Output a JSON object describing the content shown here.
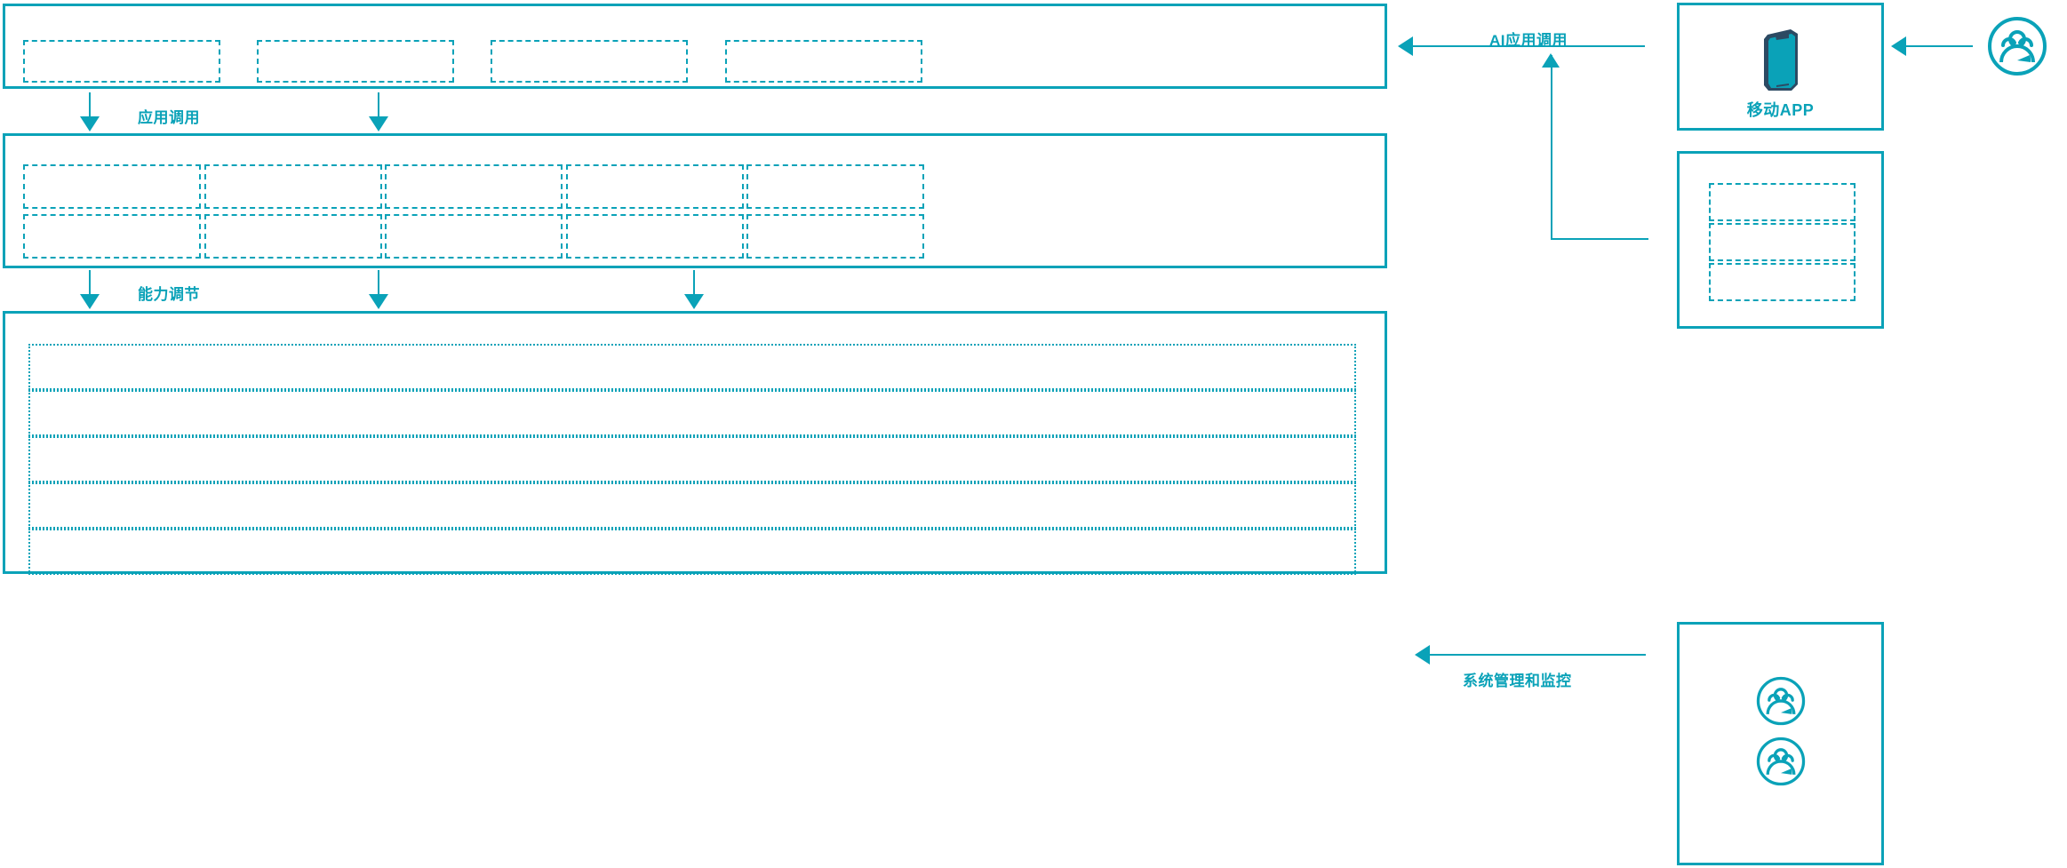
{
  "theme": {
    "accent": "#0aa2b8",
    "accent_dark": "#2c4a63",
    "background": "#ffffff"
  },
  "diagram": {
    "title": "",
    "left_stack": {
      "application_layer": {
        "name": "application-layer-panel",
        "boxes": [
          {
            "label": ""
          },
          {
            "label": ""
          },
          {
            "label": ""
          },
          {
            "label": ""
          }
        ]
      },
      "capability_layer": {
        "name": "capability-layer-panel",
        "rows": [
          [
            {
              "label": ""
            },
            {
              "label": ""
            },
            {
              "label": ""
            },
            {
              "label": ""
            },
            {
              "label": ""
            }
          ],
          [
            {
              "label": ""
            },
            {
              "label": ""
            },
            {
              "label": ""
            },
            {
              "label": ""
            },
            {
              "label": ""
            }
          ]
        ]
      },
      "platform_layer": {
        "name": "platform-layer-panel",
        "rows": [
          {
            "label": ""
          },
          {
            "label": ""
          },
          {
            "label": ""
          },
          {
            "label": ""
          },
          {
            "label": ""
          }
        ]
      }
    },
    "connectors": {
      "application_call": "应用调用",
      "capability_adjust": "能力调节",
      "ai_application_call": "AI应用调用",
      "system_management_monitor": "系统管理和监控"
    },
    "right_column": {
      "mobile_app_card": {
        "name": "mobile-app-card",
        "label": "移动APP",
        "icon": "smartphone-icon"
      },
      "list_card": {
        "name": "stacked-list-card",
        "items": [
          {
            "label": ""
          },
          {
            "label": ""
          },
          {
            "label": ""
          }
        ]
      },
      "users_card": {
        "name": "users-card",
        "icons": [
          "users-group-icon",
          "users-group-icon"
        ]
      },
      "external_user": {
        "name": "external-user-icon",
        "icon": "users-group-icon"
      }
    }
  }
}
